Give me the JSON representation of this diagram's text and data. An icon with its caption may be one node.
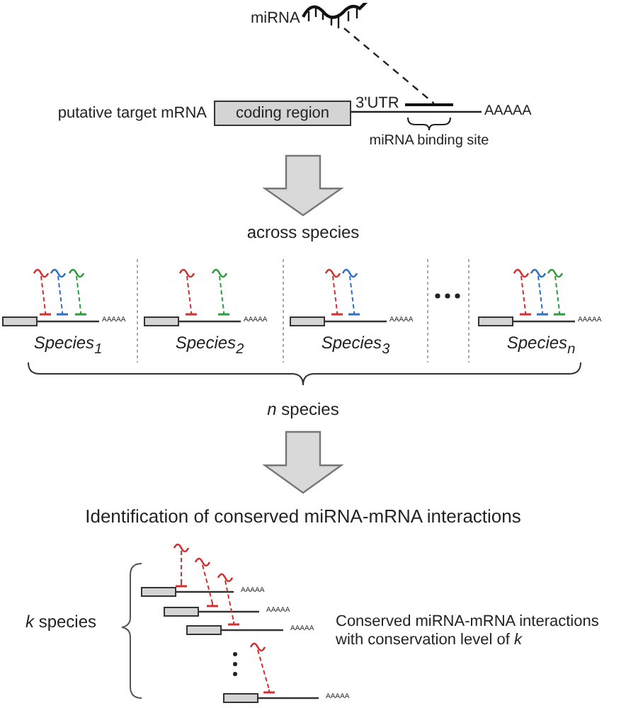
{
  "diagram": {
    "nodes": [
      {
        "text": [],
        "shape": "strand",
        "beside": [
          "miRNA"
        ]
      },
      {
        "text": [
          "coding region"
        ],
        "beside": [
          "putative target mRNA"
        ]
      },
      {
        "text": [],
        "shape": "bar",
        "beside": [
          "miRNA binding site"
        ]
      }
    ],
    "edges": [
      {
        "from": 0,
        "to": 2,
        "arrow": "none",
        "style": "dashed"
      }
    ],
    "labels": [
      "3'UTR",
      "AAAAA",
      "across species",
      "AAAAA",
      "AAAAA",
      "AAAAA",
      "AAAAA",
      "Species$_{1}$",
      "Species$_{2}$",
      "Species$_{3}$",
      "Species$_{n}$",
      "*n* species",
      "Identification of conserved miRNA-mRNA interactions",
      "AAAAA",
      "AAAAA",
      "AAAAA",
      "AAAAA",
      "*k* species",
      "Conserved miRNA-mRNA interactions with conservation level of *k*"
    ]
  }
}
